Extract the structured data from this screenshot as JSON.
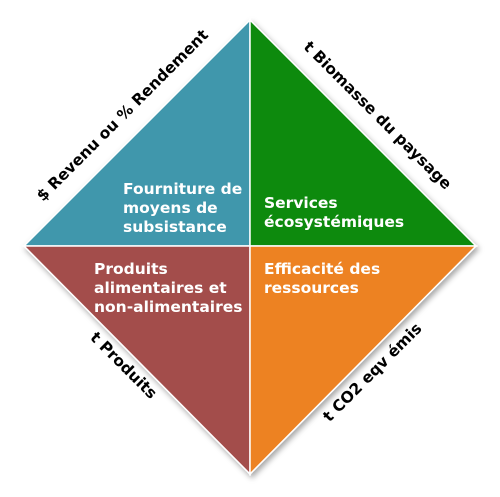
{
  "quadrants": {
    "top_left": {
      "lines": [
        "Fourniture de",
        "moyens de",
        "subsistance"
      ],
      "color": "#4197ac"
    },
    "top_right": {
      "lines": [
        "Services",
        "écosystémiques"
      ],
      "color": "#0a8a0f"
    },
    "bottom_left": {
      "lines": [
        "Produits",
        "alimentaires et",
        "non-alimentaires"
      ],
      "color": "#a34d4b"
    },
    "bottom_right": {
      "lines": [
        "Efficacité des",
        "ressources"
      ],
      "color": "#ed8224"
    }
  },
  "edges": {
    "top_left": "$ Revenu ou % Rendement",
    "top_right": "t Biomasse du paysage",
    "bottom_left": "t Produits",
    "bottom_right": "t CO2 eqv émis"
  }
}
